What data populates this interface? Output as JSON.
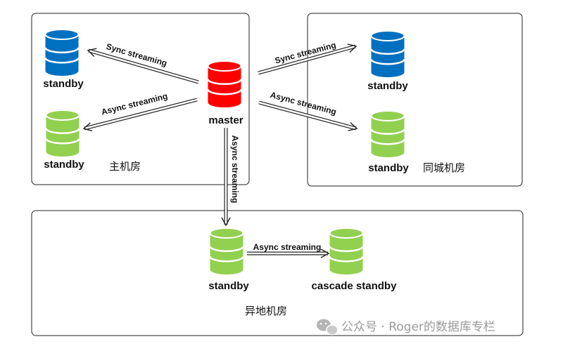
{
  "regions": {
    "main": {
      "label": "主机房"
    },
    "same_city": {
      "label": "同城机房"
    },
    "remote": {
      "label": "异地机房"
    }
  },
  "nodes": {
    "master": {
      "label": "master",
      "color": "#ff0000"
    },
    "standby_main_top": {
      "label": "standby",
      "color": "#0070c0"
    },
    "standby_main_bottom": {
      "label": "standby",
      "color": "#92d050"
    },
    "standby_city_top": {
      "label": "standby",
      "color": "#0070c0"
    },
    "standby_city_bottom": {
      "label": "standby",
      "color": "#92d050"
    },
    "standby_remote": {
      "label": "standby",
      "color": "#92d050"
    },
    "cascade_standby": {
      "label": "cascade standby",
      "color": "#92d050"
    }
  },
  "edges": {
    "sync_main": {
      "label": "Sync streaming"
    },
    "async_main": {
      "label": "Async streaming"
    },
    "sync_city": {
      "label": "Sync streaming"
    },
    "async_city": {
      "label": "Async streaming"
    },
    "async_remote": {
      "label": "Async streaming"
    },
    "async_cascade": {
      "label": "Async streaming"
    }
  },
  "watermark": {
    "icon": "wechat-icon",
    "text": "公众号 · Roger的数据库专栏"
  }
}
